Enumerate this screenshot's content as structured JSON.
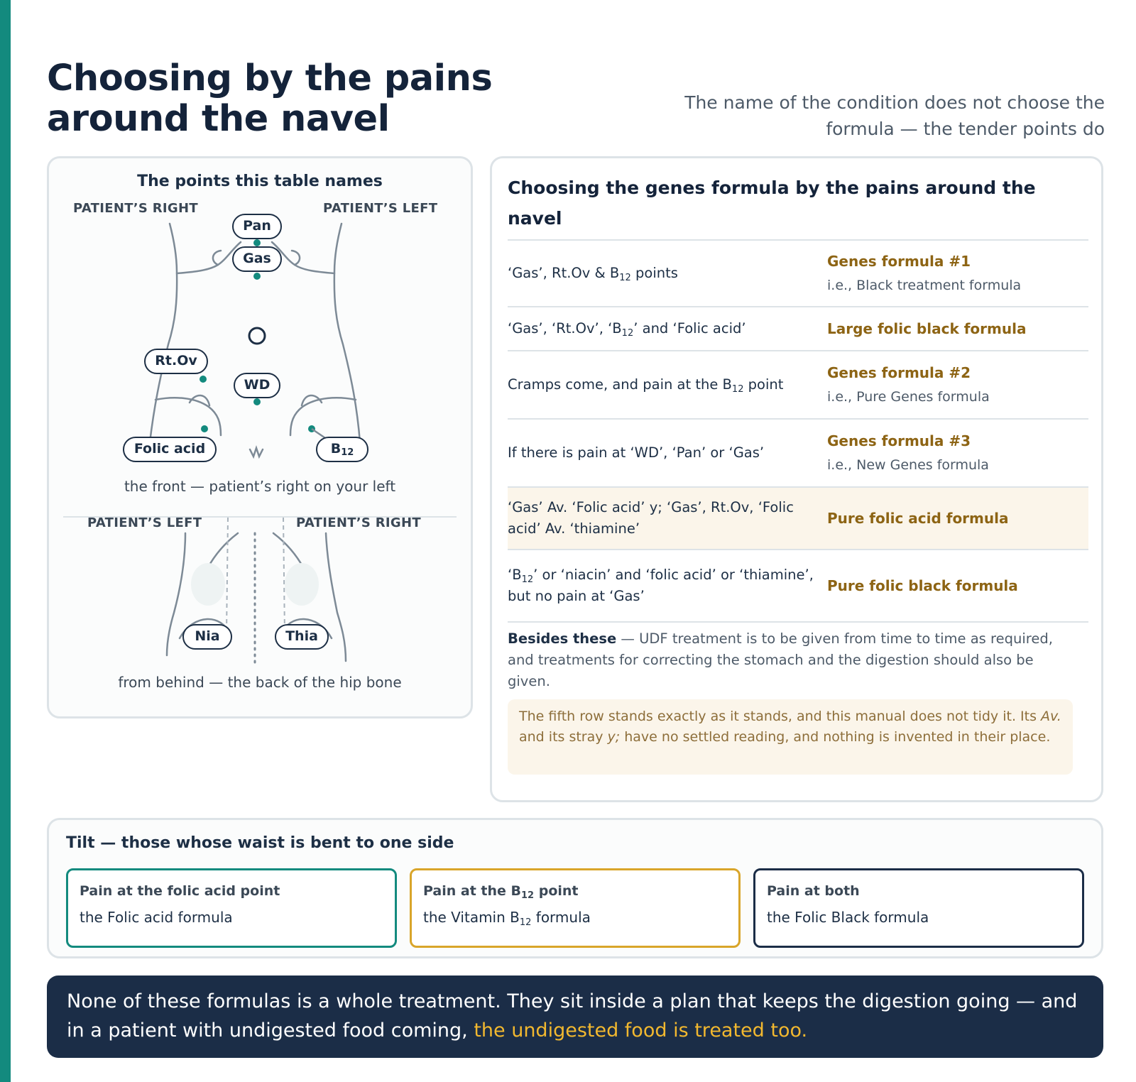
{
  "header": {
    "title": "Choosing by the pains around the navel",
    "subtitle": "The name of the condition does not choose the formula — the tender points do"
  },
  "diagram": {
    "title": "The points this table names",
    "front": {
      "right_label": "PATIENT’S RIGHT",
      "left_label": "PATIENT’S LEFT",
      "caption": "the front — patient’s right on your left",
      "points": {
        "pan": "Pan",
        "gas": "Gas",
        "rtov": "Rt.Ov",
        "wd": "WD",
        "folic": "Folic acid",
        "b12": "B",
        "b12_sub": "12"
      }
    },
    "back": {
      "left_label": "PATIENT’S LEFT",
      "right_label": "PATIENT’S RIGHT",
      "caption": "from behind — the back of the hip bone",
      "points": {
        "nia": "Nia",
        "thia": "Thia"
      }
    }
  },
  "table": {
    "title": "Choosing the genes formula by the pains around the navel",
    "rows": [
      {
        "cond_a": "‘Gas’, Rt.Ov & B",
        "cond_sub": "12",
        "cond_b": " points",
        "formula": "Genes formula #1",
        "alt": "i.e., Black treatment formula"
      },
      {
        "cond_a": "‘Gas’, ‘Rt.Ov’, ‘B",
        "cond_sub": "12",
        "cond_b": "’ and ‘Folic acid’",
        "formula": "Large folic black formula",
        "alt": ""
      },
      {
        "cond_a": "Cramps come, and pain at the B",
        "cond_sub": "12",
        "cond_b": " point",
        "formula": "Genes formula #2",
        "alt": "i.e., Pure Genes formula"
      },
      {
        "cond_a": "If there is pain at ‘WD’, ‘Pan’ or ‘Gas’",
        "cond_sub": "",
        "cond_b": "",
        "formula": "Genes formula #3",
        "alt": "i.e., New Genes formula"
      },
      {
        "cond_a": "‘Gas’ Av. ‘Folic acid’ y; ‘Gas’, Rt.Ov, ‘Folic acid’ Av. ‘thiamine’",
        "cond_sub": "",
        "cond_b": "",
        "formula": "Pure folic acid formula",
        "alt": ""
      },
      {
        "cond_a": "‘B",
        "cond_sub": "12",
        "cond_b": "’ or ‘niacin’ and ‘folic acid’ or ‘thiamine’, but no pain at ‘Gas’",
        "formula": "Pure folic black formula",
        "alt": ""
      }
    ],
    "besides_lead": "Besides these",
    "besides_text": " — UDF treatment is to be given from time to time as required, and treatments for correcting the stomach and the digestion should also be given.",
    "note": {
      "part1": "The fifth row stands exactly as it stands, and this manual does not tidy it. Its ",
      "em1": "Av.",
      "part2": " and its stray ",
      "em2": "y;",
      "part3": " have no settled reading, and nothing is invented in their place."
    }
  },
  "tilt": {
    "title": "Tilt — those whose waist is bent to one side",
    "boxes": [
      {
        "head": "Pain at the folic acid point",
        "head_sub": "",
        "head_b": "",
        "body_a": "the Folic acid formula",
        "body_sub": "",
        "body_b": "",
        "color": "#138a7e"
      },
      {
        "head": "Pain at the B",
        "head_sub": "12",
        "head_b": " point",
        "body_a": "the Vitamin B",
        "body_sub": "12",
        "body_b": " formula",
        "color": "#d9a52a"
      },
      {
        "head": "Pain at both",
        "head_sub": "",
        "head_b": "",
        "body_a": "the Folic Black formula",
        "body_sub": "",
        "body_b": "",
        "color": "#1b2d47"
      }
    ]
  },
  "footer": {
    "text": "None of these formulas is a whole treatment. They sit inside a plan that keeps the digestion going — and in a patient with undigested food coming, ",
    "highlight": "the undigested food is treated too."
  },
  "colors": {
    "accent": "#138a7e",
    "formula_gold": "#8d6414",
    "navy": "#1b2d47",
    "highlight_yellow": "#f2b82f"
  }
}
